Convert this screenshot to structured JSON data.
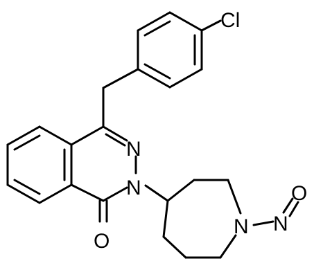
{
  "atoms": {
    "cl": "Cl",
    "n_upper": "N",
    "n_lower": "N",
    "o_carbonyl": "O",
    "n_azepane": "N",
    "n_nitroso": "N",
    "o_nitroso": "O"
  }
}
